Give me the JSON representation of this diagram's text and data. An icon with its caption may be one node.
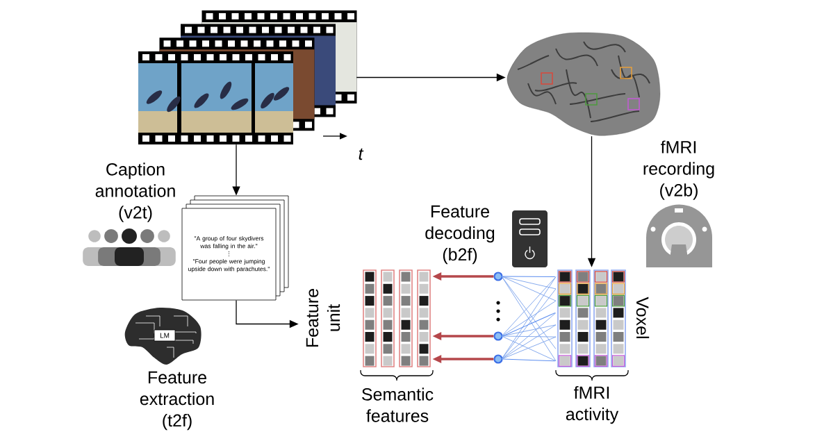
{
  "diagram": {
    "nodes": [
      {
        "text": [],
        "shape": "picture"
      },
      {
        "text": [],
        "shape": "picture"
      },
      {
        "text": [
          "\"A group of four skydivers was falling in the air.\"",
          "⋮",
          "\"Four people were jumping upside down with parachutes.\""
        ]
      },
      {
        "text": [],
        "shape": "box",
        "beside": [
          "Feature unit",
          "Semantic features"
        ]
      },
      {
        "text": [],
        "shape": "box",
        "beside": [
          "Voxel",
          "fMRI activity"
        ]
      },
      {
        "text": [],
        "shape": "circle"
      },
      {
        "text": [],
        "shape": "circle"
      },
      {
        "text": [],
        "shape": "circle"
      }
    ],
    "edges": [
      {
        "from": 0,
        "to": 1,
        "arrow": "to"
      },
      {
        "from": 0,
        "to": 2,
        "arrow": "to"
      },
      {
        "from": 2,
        "to": 3,
        "arrow": "to"
      },
      {
        "from": 1,
        "to": 4,
        "arrow": "to"
      },
      {
        "from": 4,
        "to": 5,
        "arrow": "none",
        "color": "#5b8def"
      },
      {
        "from": 4,
        "to": 6,
        "arrow": "none",
        "color": "#5b8def"
      },
      {
        "from": 4,
        "to": 7,
        "arrow": "none",
        "color": "#5b8def"
      },
      {
        "from": 5,
        "to": 3,
        "arrow": "to",
        "style": "thick",
        "color": "#b5474b"
      },
      {
        "from": 6,
        "to": 3,
        "arrow": "to",
        "style": "thick",
        "color": "#b5474b"
      },
      {
        "from": 7,
        "to": 3,
        "arrow": "to",
        "style": "thick",
        "color": "#b5474b"
      }
    ],
    "labels": [
      "t",
      "Caption annotation (v2t)",
      "fMRI recording (v2b)",
      "Feature decoding (b2f)",
      "LM",
      "Feature extraction (t2f)"
    ]
  }
}
